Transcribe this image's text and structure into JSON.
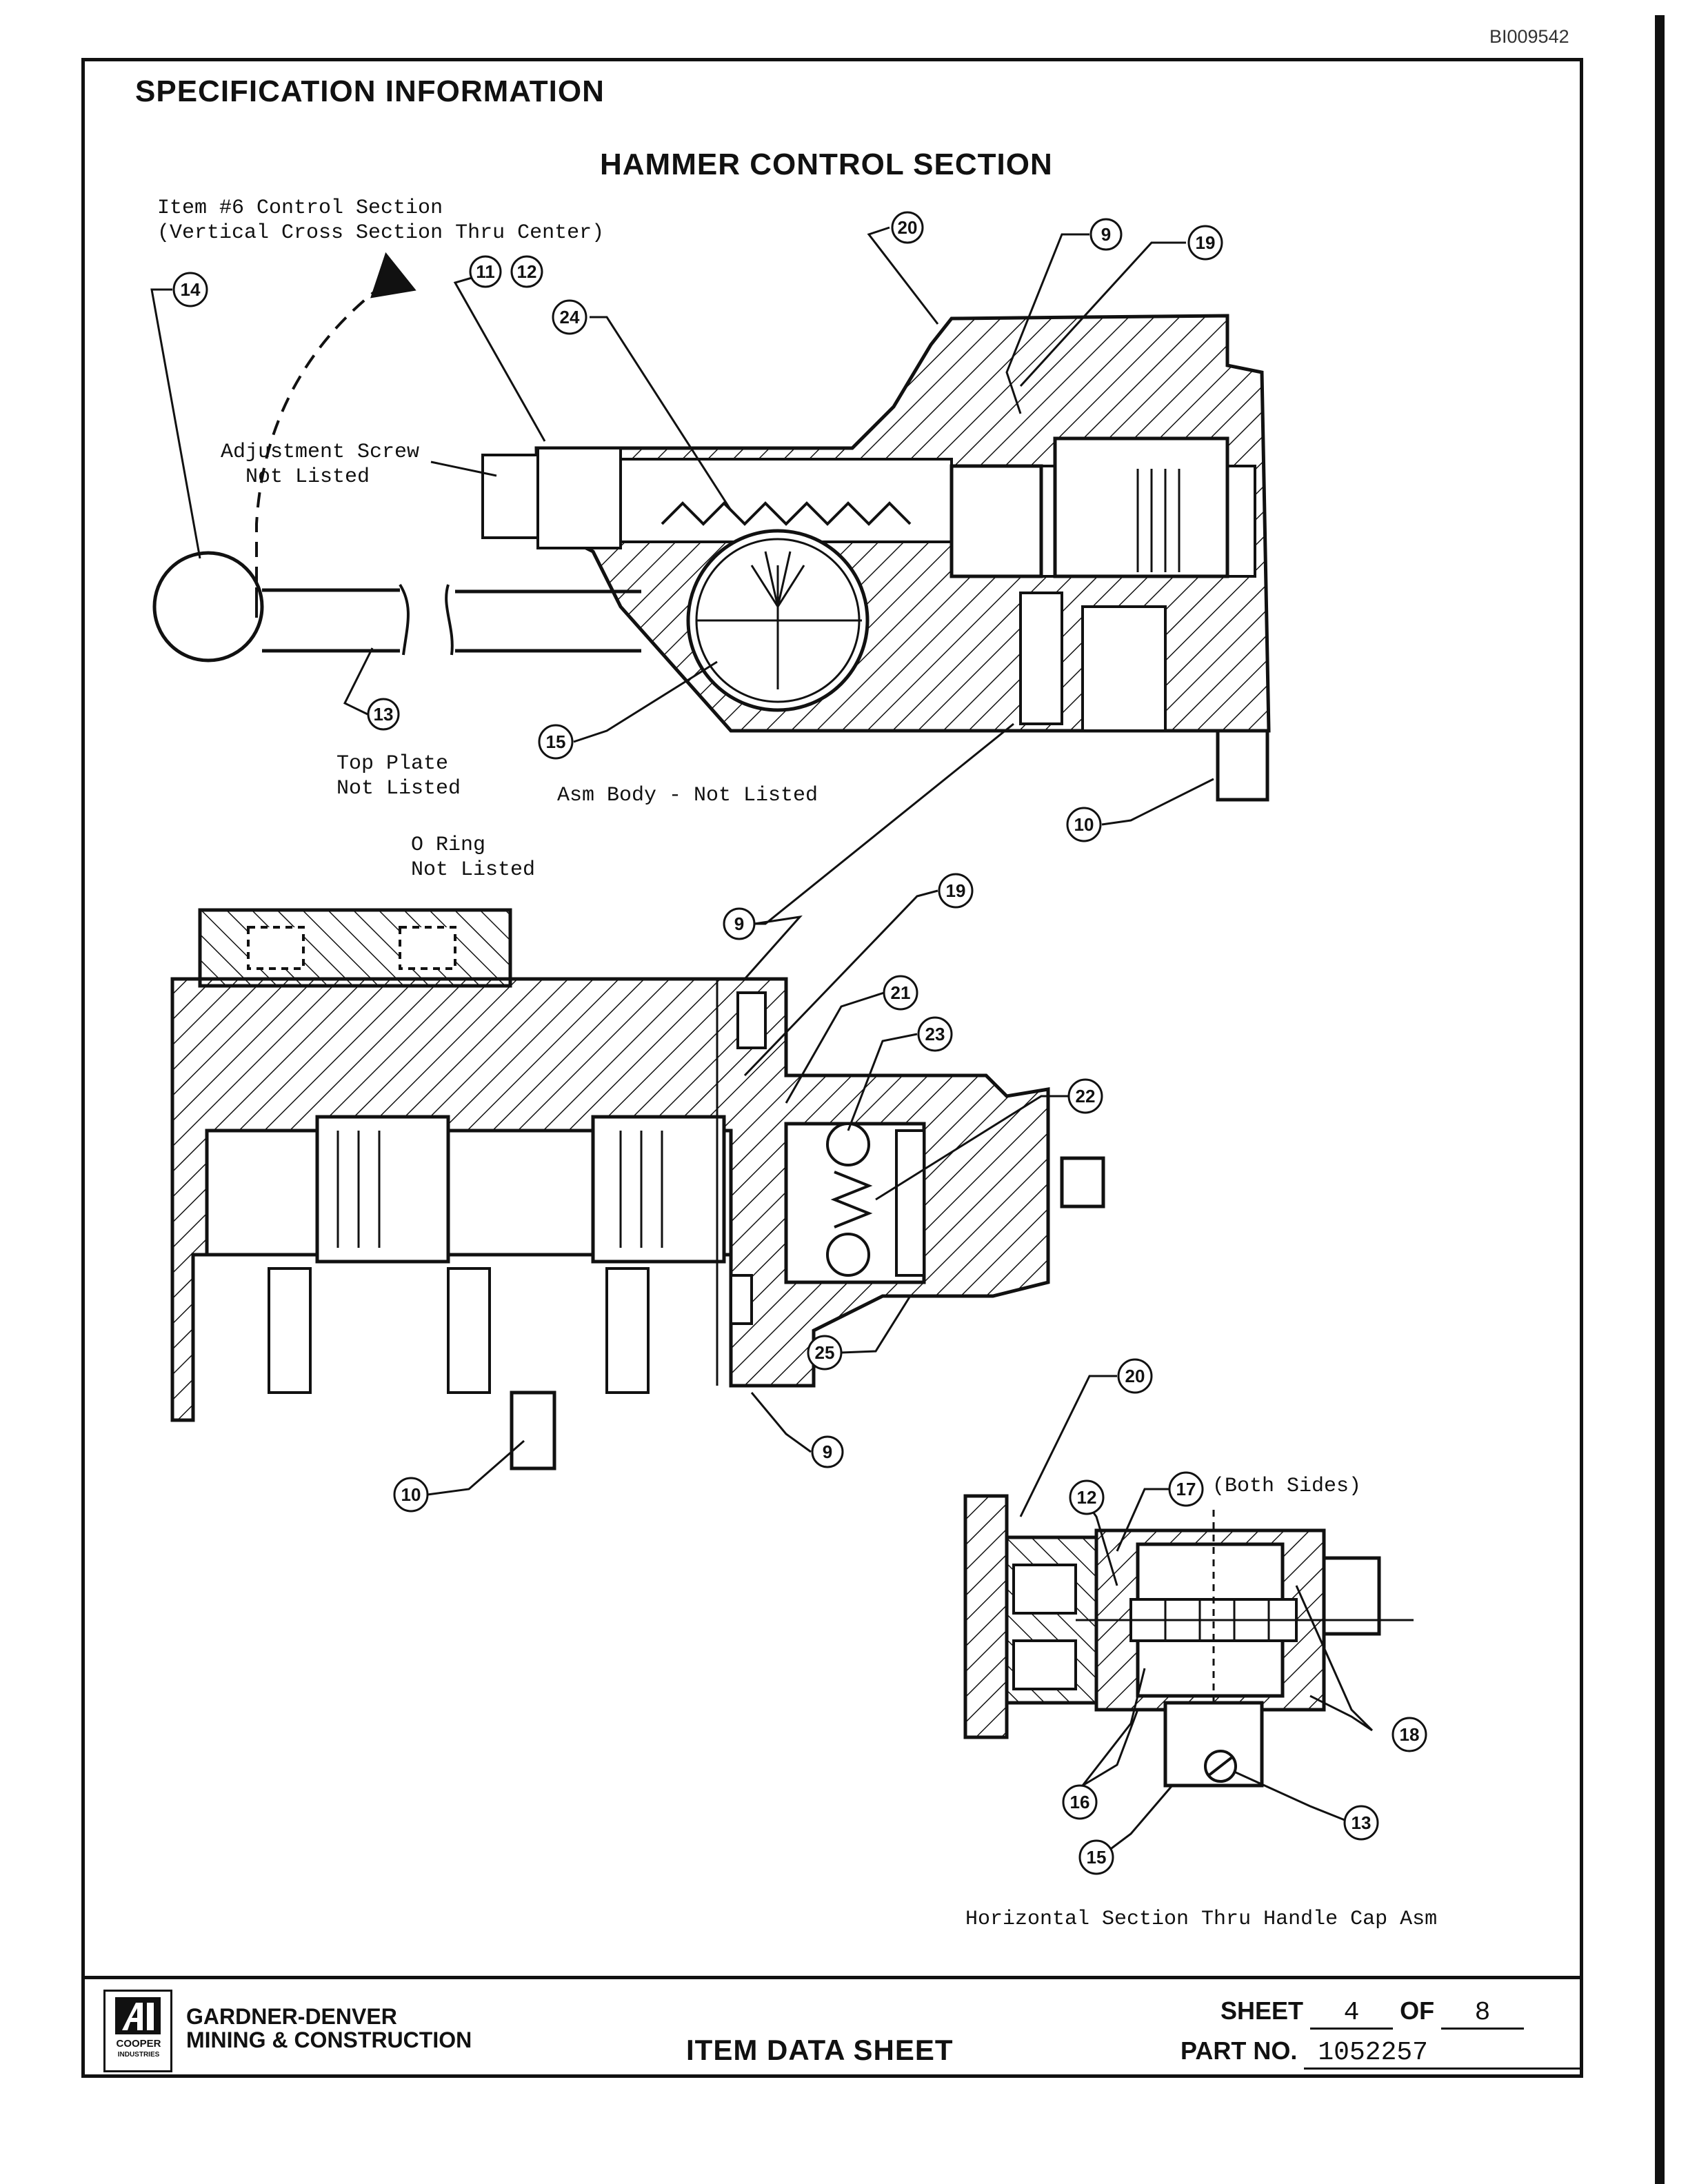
{
  "doc_id": "BI009542",
  "header": {
    "title": "SPECIFICATION INFORMATION",
    "section": "HAMMER CONTROL SECTION"
  },
  "notes": {
    "item6_line1": "Item #6 Control Section",
    "item6_line2": "(Vertical Cross Section Thru Center)",
    "adjust_line1": "Adjustment Screw",
    "adjust_line2": "Not Listed",
    "topplate_line1": "Top Plate",
    "topplate_line2": "Not Listed",
    "asm_body": "Asm Body - Not Listed",
    "oring_line1": "O Ring",
    "oring_line2": "Not Listed",
    "both_sides": "(Both Sides)",
    "horizontal_caption": "Horizontal Section Thru Handle Cap Asm"
  },
  "callouts": {
    "c20a": "20",
    "c9a": "9",
    "c19a": "19",
    "c11": "11",
    "c12a": "12",
    "c14": "14",
    "c24": "24",
    "c13a": "13",
    "c15a": "15",
    "c10a": "10",
    "c19b": "19",
    "c9b": "9",
    "c21": "21",
    "c23": "23",
    "c22": "22",
    "c25": "25",
    "c9c": "9",
    "c10b": "10",
    "c20b": "20",
    "c12b": "12",
    "c17": "17",
    "c18": "18",
    "c16": "16",
    "c13b": "13",
    "c15b": "15"
  },
  "footer": {
    "company_line1": "GARDNER-DENVER",
    "company_line2": "MINING & CONSTRUCTION",
    "logo_text": "COOPER",
    "logo_text2": "INDUSTRIES",
    "item_data": "ITEM DATA SHEET",
    "sheet_label": "SHEET",
    "sheet_num": "4",
    "of_label": "OF",
    "sheet_total": "8",
    "part_label": "PART NO.",
    "part_no": "1052257"
  }
}
